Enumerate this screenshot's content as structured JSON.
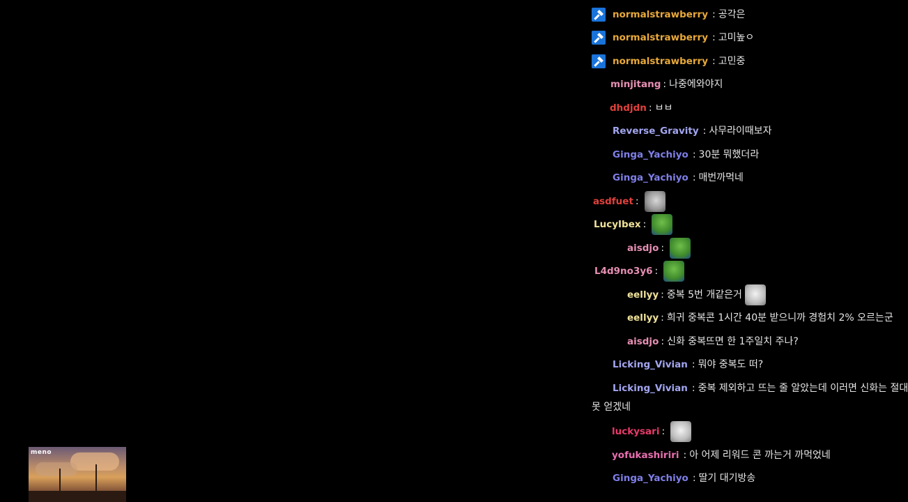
{
  "colors": {
    "background": "#000000",
    "mod_badge": "#1a73d9",
    "text": "#e6e6e6"
  },
  "overlay": {
    "logo_text": "meno"
  },
  "chat": {
    "separator": ":",
    "lines": [
      {
        "name": "normalstrawberry",
        "color": "#e8a93a",
        "msg": "공각은",
        "mod": true
      },
      {
        "name": "normalstrawberry",
        "color": "#e8a93a",
        "msg": "고미높ㅇ",
        "mod": true
      },
      {
        "name": "normalstrawberry",
        "color": "#e8a93a",
        "msg": "고민중",
        "mod": true
      },
      {
        "name": "minjitang",
        "color": "#e78fb3",
        "msg": "나중에와야지"
      },
      {
        "name": "dhdjdn",
        "color": "#e0403c",
        "msg": "ㅂㅂ"
      },
      {
        "name": "Reverse_Gravity",
        "color": "#a3a6f0",
        "msg": "사무라이때보자"
      },
      {
        "name": "Ginga_Yachiyo",
        "color": "#7f7fe8",
        "msg": "30분 뭐했더라"
      },
      {
        "name": "Ginga_Yachiyo",
        "color": "#7f7fe8",
        "msg": "매번까먹네"
      },
      {
        "name": "asdfuet",
        "color": "#e0403c",
        "emote": "seal-emote"
      },
      {
        "name": "LucyIbex",
        "color": "#f0e29a",
        "emote": "frog-emote"
      },
      {
        "name": "aisdjo",
        "color": "#e78fb3",
        "emote": "frog-emote"
      },
      {
        "name": "L4d9no3y6",
        "color": "#e78fb3",
        "emote": "frog-emote"
      },
      {
        "name": "eellyy",
        "color": "#f0e29a",
        "msg": "중복 5번 개같은거",
        "emote": "cat-emote"
      },
      {
        "name": "eellyy",
        "color": "#f0e29a",
        "msg": "희귀 중복콘 1시간 40분 받으니까 경험치 2% 오르는군"
      },
      {
        "name": "aisdjo",
        "color": "#e78fb3",
        "msg": "신화 중복뜨면 한 1주일치 주나?"
      },
      {
        "name": "Licking_Vivian",
        "color": "#a3a6f0",
        "msg": "뭐야 중복도 떠?"
      },
      {
        "name": "Licking_Vivian",
        "color": "#a3a6f0",
        "msg": "중복 제외하고 뜨는 줄 알았는데 이러면 신화는 절대",
        "msg2": "못 얻겠네"
      },
      {
        "name": "luckysari",
        "color": "#e8396a",
        "emote": "cat-emote"
      },
      {
        "name": "yofukashiriri",
        "color": "#e86fb0",
        "msg": "아 어제 리워드 콘 까는거 까먹었네"
      },
      {
        "name": "Ginga_Yachiyo",
        "color": "#7f7fe8",
        "msg": "딸기 대기방송"
      }
    ]
  }
}
